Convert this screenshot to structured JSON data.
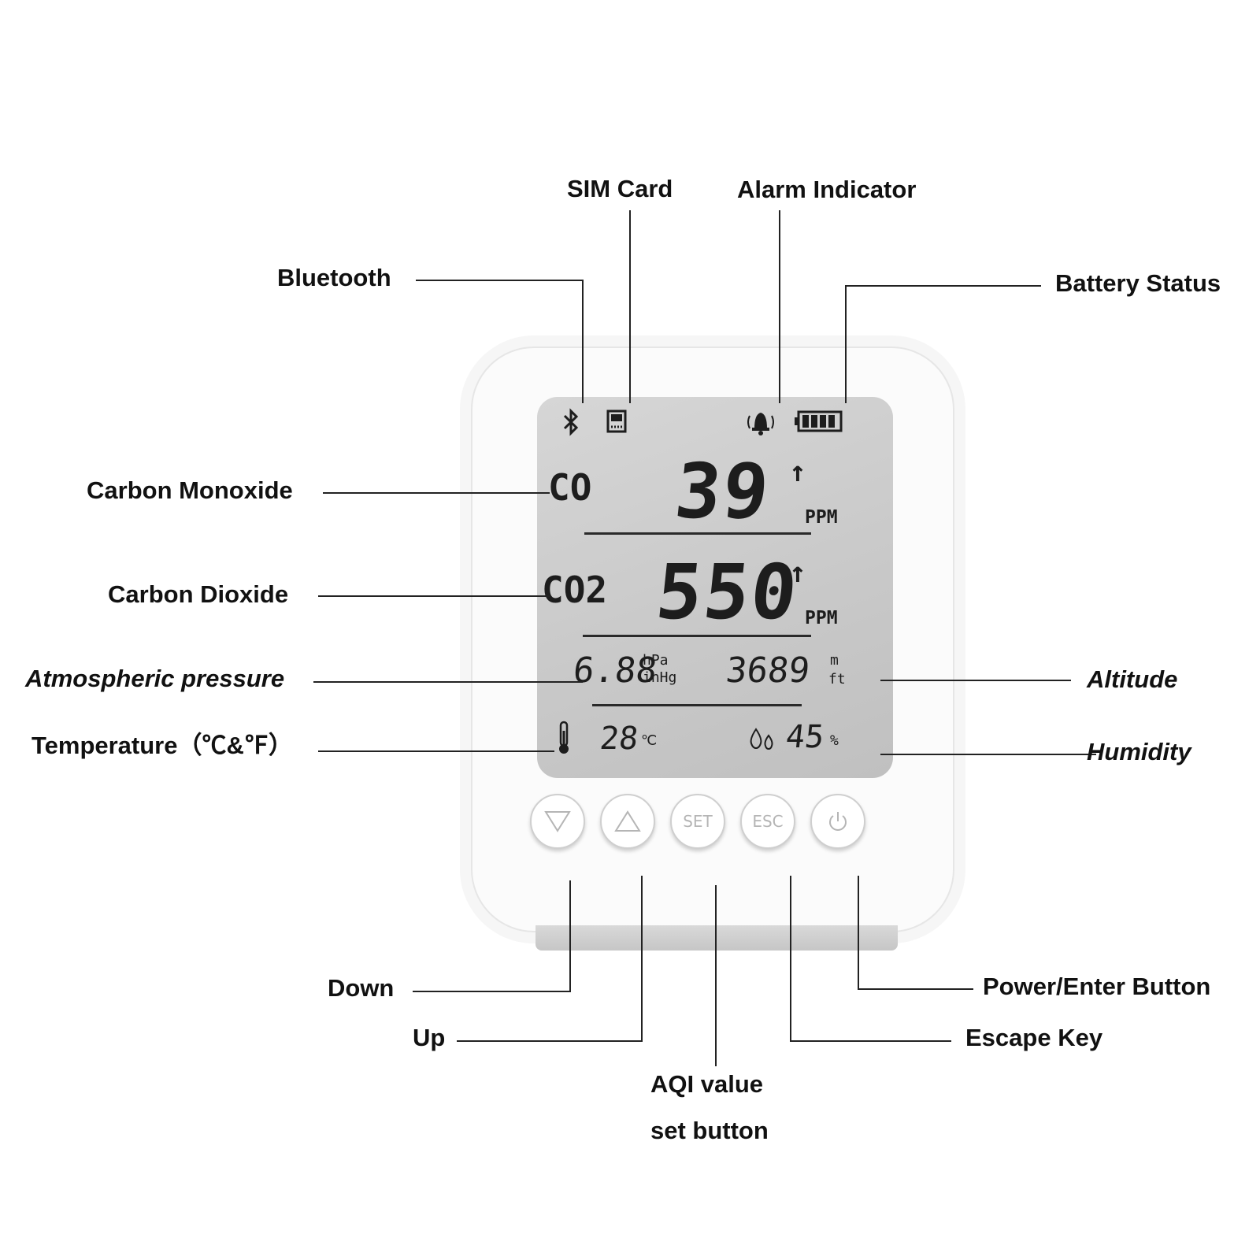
{
  "labels": {
    "sim_card": "SIM  Card",
    "alarm_indicator": "Alarm Indicator",
    "bluetooth": "Bluetooth",
    "battery_status": "Battery Status",
    "carbon_monoxide": "Carbon Monoxide",
    "carbon_dioxide": "Carbon Dioxide",
    "atmospheric_pressure": "Atmospheric pressure",
    "altitude": "Altitude",
    "temperature": "Temperature（℃&℉）",
    "humidity": "Humidity",
    "down": "Down",
    "up": "Up",
    "aqi_line1": "AQI value",
    "aqi_line2": "set button",
    "power_enter": "Power/Enter Button",
    "escape_key": "Escape Key"
  },
  "display": {
    "co_label": "CO",
    "co_value": "39",
    "co_unit": "PPM",
    "co_trend": "↑",
    "co2_label": "CO2",
    "co2_value": "550",
    "co2_unit": "PPM",
    "co2_trend": "↑",
    "pressure_value": "6.88",
    "pressure_unit_1": "hPa",
    "pressure_unit_2": "inHg",
    "altitude_value": "3689",
    "altitude_unit_1": "m",
    "altitude_unit_2": "ft",
    "temperature_value": "28",
    "temperature_unit": "℃",
    "humidity_value": "45",
    "humidity_unit": "%"
  },
  "buttons": {
    "set": "SET",
    "esc": "ESC"
  },
  "icons": [
    "bluetooth-icon",
    "sim-card-icon",
    "alarm-bell-icon",
    "battery-icon",
    "thermometer-icon",
    "humidity-drop-icon",
    "down-triangle-icon",
    "up-triangle-icon",
    "power-icon"
  ]
}
